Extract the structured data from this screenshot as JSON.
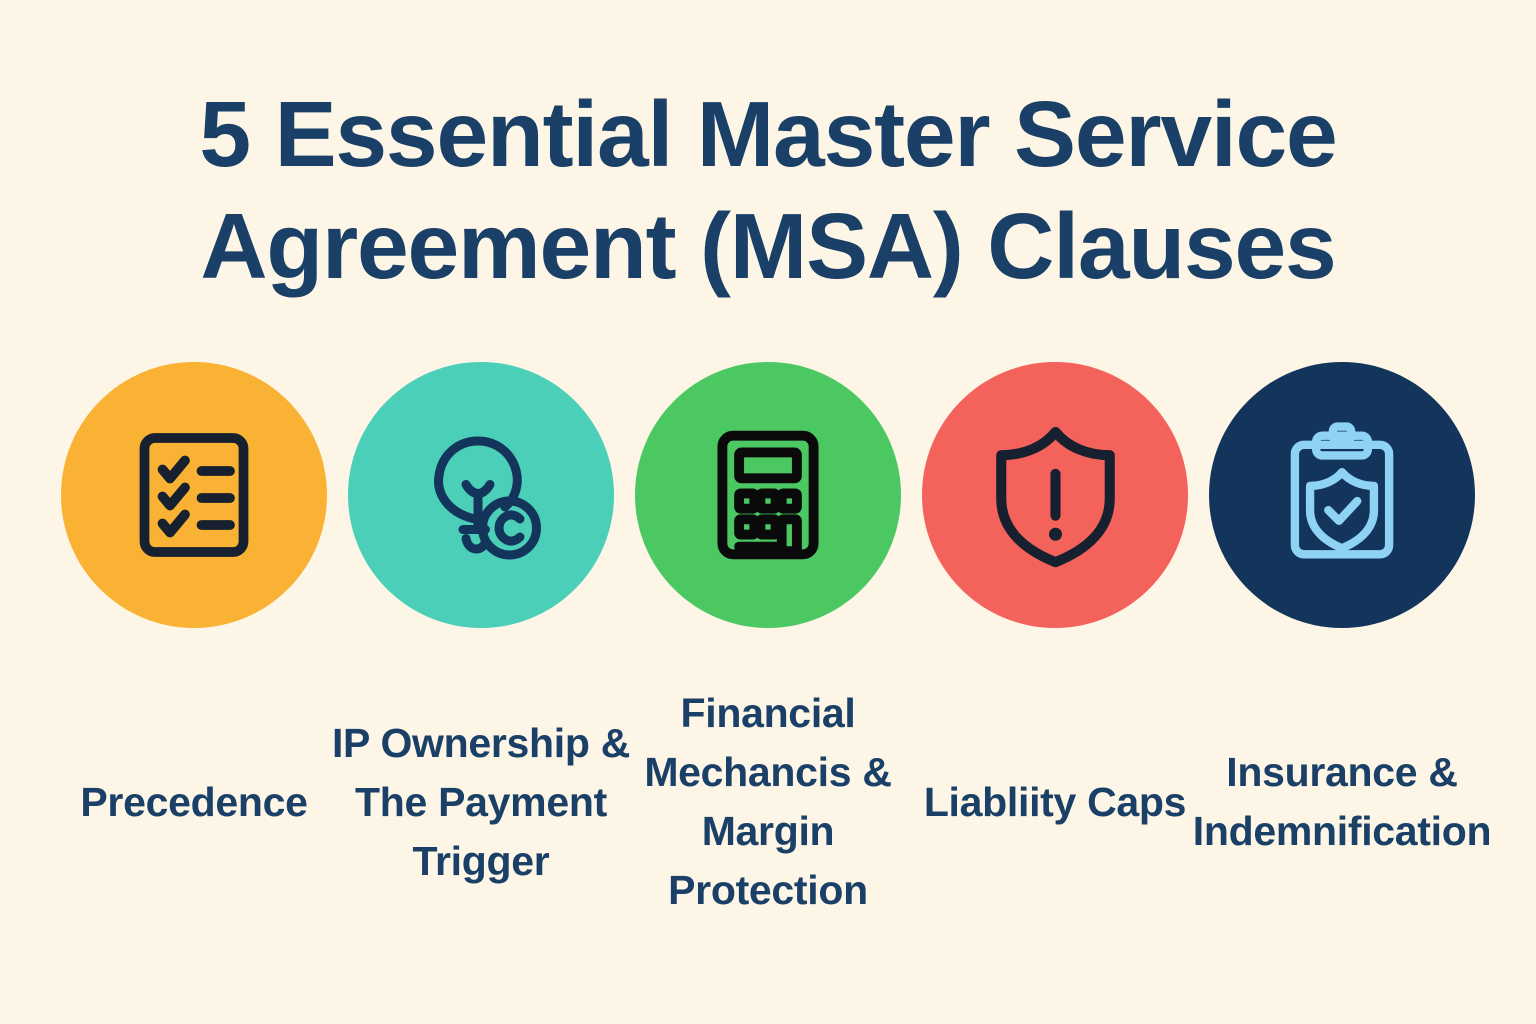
{
  "theme": {
    "background": "#FDF6E6",
    "title_color": "#1A4068",
    "label_color": "#1A4068",
    "dark_stroke": "#16202E",
    "navy_stroke": "#13355C",
    "light_blue_stroke": "#8FD3F4",
    "black_stroke": "#0A0A0A"
  },
  "header": {
    "line1": "5 Essential Master Service",
    "line2": "Agreement (MSA) Clauses",
    "full_title": "5 Essential Master Service Agreement (MSA) Clauses"
  },
  "items": [
    {
      "index": "1",
      "label": "Precedence",
      "icon": "checklist-document-icon",
      "circle_color": "#F9B233",
      "icon_color": "#16202E"
    },
    {
      "index": "2",
      "label": "IP Ownership & The Payment Trigger",
      "icon": "lightbulb-copyright-icon",
      "circle_color": "#4CCFB8",
      "icon_color": "#13355C"
    },
    {
      "index": "3",
      "label": "Financial Mechancis & Margin Protection",
      "icon": "calculator-icon",
      "circle_color": "#4CC863",
      "icon_color": "#0A0A0A"
    },
    {
      "index": "4",
      "label": "Liabliity Caps",
      "icon": "shield-exclamation-icon",
      "circle_color": "#F4625C",
      "icon_color": "#16202E"
    },
    {
      "index": "5",
      "label": "Insurance & Indemnification",
      "icon": "clipboard-shield-check-icon",
      "circle_color": "#13355C",
      "icon_color": "#8FD3F4"
    }
  ]
}
